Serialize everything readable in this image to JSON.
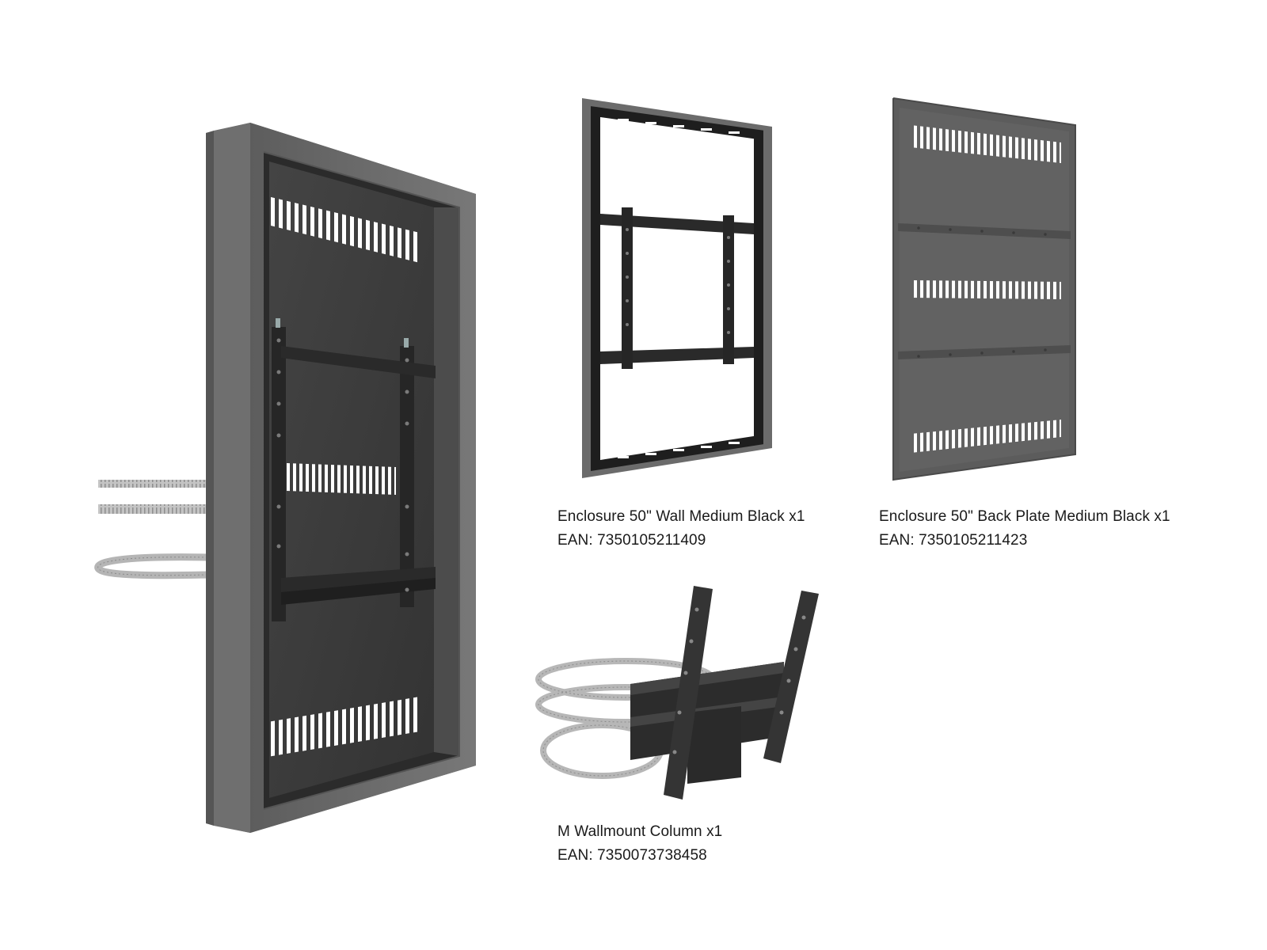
{
  "products": [
    {
      "name": "Enclosure 50\" Wall Medium Black x1",
      "ean": "EAN: 7350105211409"
    },
    {
      "name": "Enclosure 50\" Back Plate Medium Black x1",
      "ean": "EAN: 7350105211423"
    },
    {
      "name": "M Wallmount Column x1",
      "ean": "EAN: 7350073738458"
    }
  ],
  "colors": {
    "background": "#ffffff",
    "enclosure_frame": "#6e6e6e",
    "interior": "#3a3a3a",
    "bracket": "#2e2e2e",
    "steel_band": "#b8b8b8",
    "text": "#1a1a1a"
  }
}
